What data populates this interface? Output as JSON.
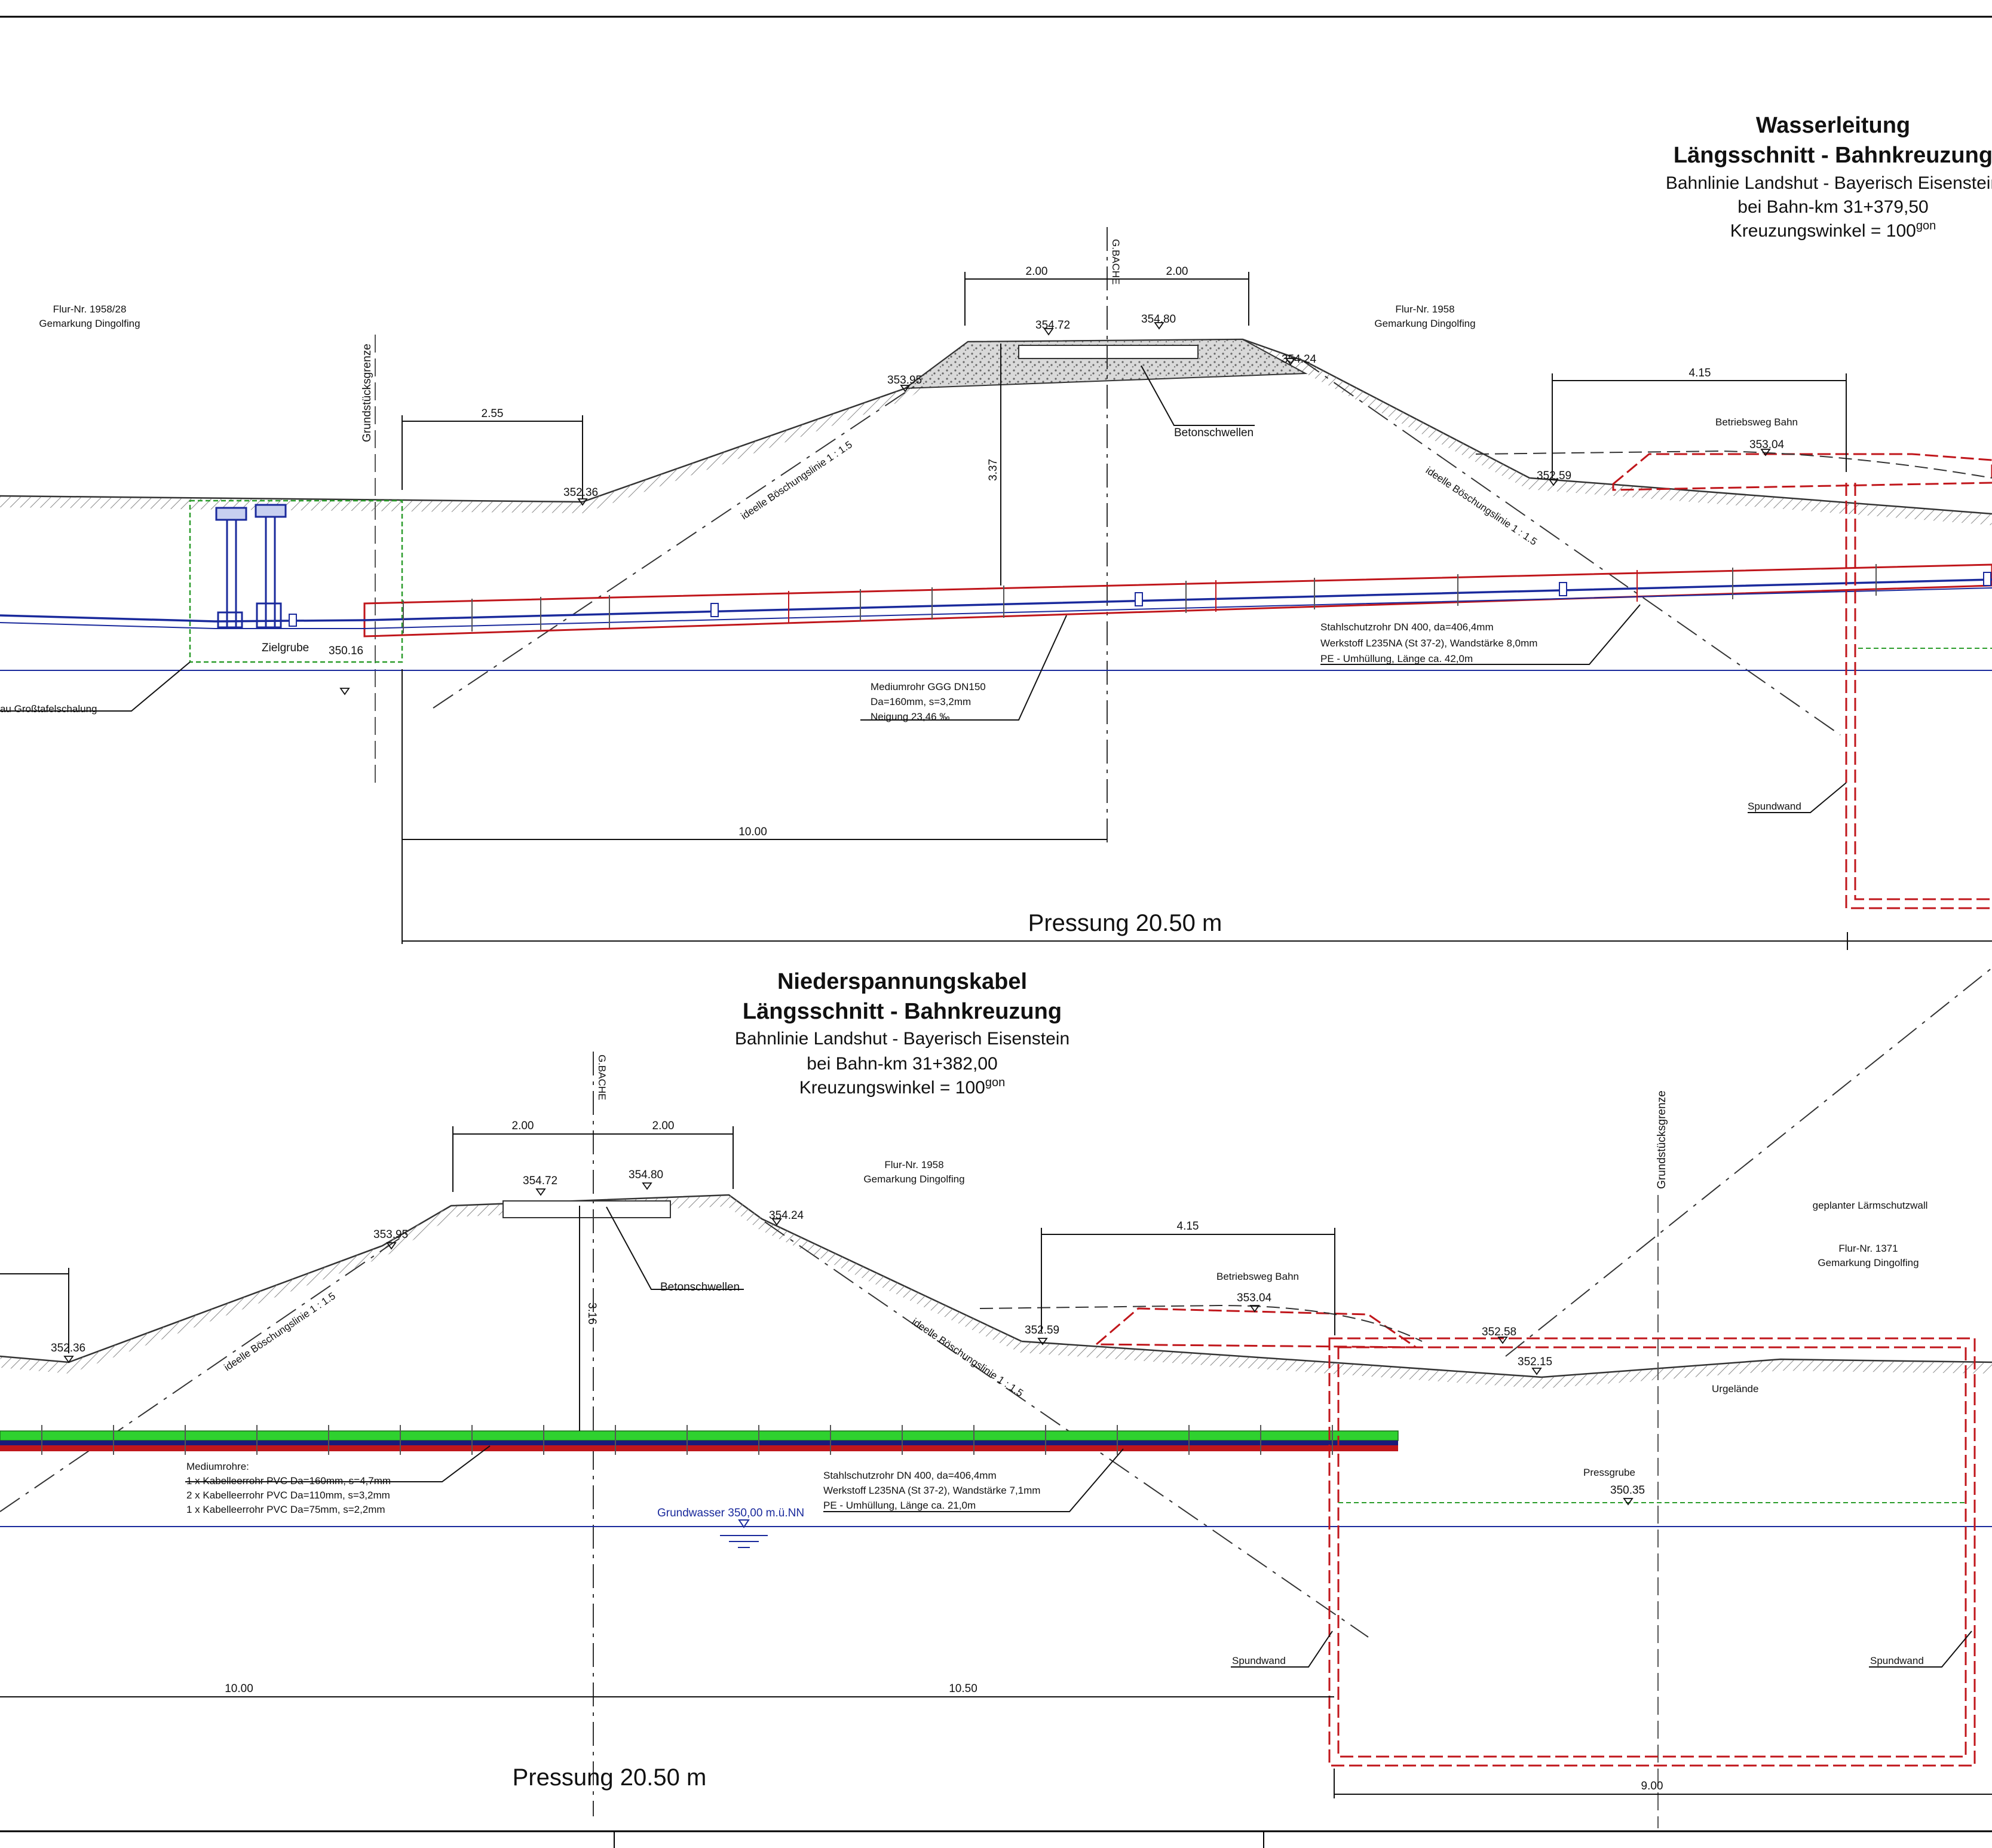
{
  "upper_section": {
    "title_line1": "Wasserleitung",
    "title_line2": "Längsschnitt - Bahnkreuzung",
    "subtitle_route": "Bahnlinie Landshut - Bayerisch Eisenstein",
    "subtitle_km": "bei Bahn-km 31+379,50",
    "subtitle_angle": "Kreuzungswinkel = 100",
    "subtitle_angle_unit": "gon",
    "parcel_left": {
      "nr": "Flur-Nr. 1958/28",
      "gemarkung": "Gemarkung Dingolfing"
    },
    "parcel_right": {
      "nr": "Flur-Nr. 1958",
      "gemarkung": "Gemarkung Dingolfing"
    },
    "boundary_label": "Grundstücksgrenze",
    "track_axis_label": "G.BACHE",
    "levels": {
      "crest_left": "354.72",
      "crest_right": "354.80",
      "shoulder_left": "353.95",
      "shoulder_right": "354.24",
      "toe_left": "352.36",
      "toe_right": "352.59",
      "service_road": "353.04",
      "target_pit": "350.16"
    },
    "dims": {
      "half_left": "2.00",
      "half_right": "2.00",
      "left_offset": "2.55",
      "service_width": "4.15",
      "cover_depth": "3.37",
      "ten": "10.00"
    },
    "labels": {
      "betonschwellen": "Betonschwellen",
      "slope_left": "ideelle Böschungslinie 1 : 1.5",
      "slope_right": "ideelle Böschungslinie 1 : 1.5",
      "service_road": "Betriebsweg Bahn",
      "zielgrube": "Zielgrube",
      "verbau": "Verbau Großtafelschalung",
      "spundwand": "Spundwand"
    },
    "medium_pipe": [
      "Mediumrohr GGG DN150",
      "Da=160mm, s=3,2mm",
      "Neigung 23,46 ‰"
    ],
    "casing_pipe": [
      "Stahlschutzrohr DN 400, da=406,4mm",
      "Werkstoff L235NA (St 37-2), Wandstärke 8,0mm",
      "PE - Umhüllung, Länge ca. 42,0m"
    ],
    "pressing": "Pressung 20.50 m"
  },
  "lower_section": {
    "title_line1": "Niederspannungskabel",
    "title_line2": "Längsschnitt - Bahnkreuzung",
    "subtitle_route": "Bahnlinie Landshut - Bayerisch Eisenstein",
    "subtitle_km": "bei Bahn-km 31+382,00",
    "subtitle_angle": "Kreuzungswinkel = 100",
    "subtitle_angle_unit": "gon",
    "parcel_mid": {
      "nr": "Flur-Nr. 1958",
      "gemarkung": "Gemarkung Dingolfing"
    },
    "parcel_right": {
      "nr": "Flur-Nr. 1371",
      "gemarkung": "Gemarkung Dingolfing"
    },
    "boundary_label": "Grundstücksgrenze",
    "track_axis_label": "G.BACHE",
    "noise_wall": "geplanter Lärmschutzwall",
    "levels": {
      "crest_left": "354.72",
      "crest_right": "354.80",
      "shoulder_left": "353.95",
      "shoulder_right": "354.24",
      "toe_left": "352.36",
      "toe_right": "352.59",
      "service_road": "353.04",
      "ground_a": "352.58",
      "ground_b": "352.15",
      "press_pit": "350.35"
    },
    "dims": {
      "half_left": "2.00",
      "half_right": "2.00",
      "service_width": "4.15",
      "cover_depth": "3.16",
      "ten": "10.00",
      "ten_half": "10.50",
      "nine": "9.00"
    },
    "labels": {
      "betonschwellen": "Betonschwellen",
      "slope_left": "ideelle Böschungslinie 1 : 1.5",
      "slope_right": "ideelle Böschungslinie 1 : 1.5",
      "service_road": "Betriebsweg Bahn",
      "urgelaende": "Urgelände",
      "pressgrube": "Pressgrube",
      "spundwand_left": "Spundwand",
      "spundwand_right": "Spundwand",
      "groundwater": "Grundwasser 350,00 m.ü.NN"
    },
    "medium_pipes": [
      "Mediumrohre:",
      "1 x Kabelleerrohr  PVC Da=160mm, s=4,7mm",
      "2 x Kabelleerrohr  PVC Da=110mm, s=3,2mm",
      "1 x Kabelleerrohr  PVC Da=75mm, s=2,2mm"
    ],
    "casing_pipe": [
      "Stahlschutzrohr DN 400, da=406,4mm",
      "Werkstoff L235NA (St 37-2), Wandstärke 7,1mm",
      "PE - Umhüllung, Länge ca. 21,0m"
    ],
    "pressing": "Pressung 20.50 m"
  },
  "colors": {
    "pipe_blue": "#1a2a9c",
    "casing_red": "#c0161b",
    "pit_green": "#2a9c2a",
    "cable_green": "#2fd12f",
    "cable_navy": "#1a1a7a",
    "groundwater": "#1a2a9c"
  }
}
